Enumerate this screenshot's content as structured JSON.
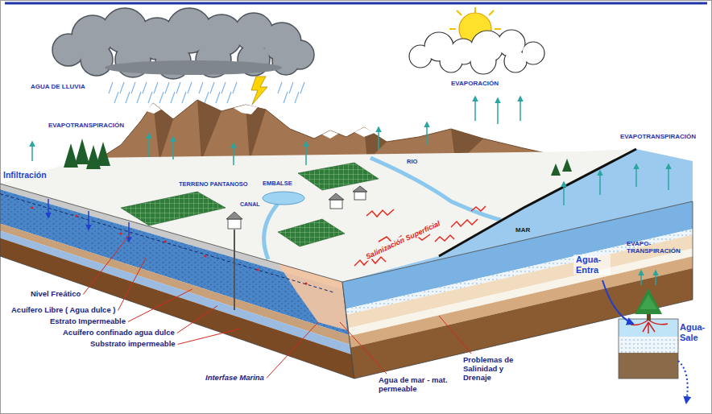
{
  "diagram": {
    "labels": [
      "AGUA DE LLUVIA",
      "EVAPOTRANSPIRACIÓN",
      "EVAPORACIÓN",
      "TERRENO PANTANOSO",
      "EMBALSE",
      "CANAL",
      "RIO",
      "Salinización Superficial",
      "EVAPOTRANSPIRACIÓN",
      "MAR",
      "EVAPO- TRANSPIRACIÓN",
      "Agua- Entra",
      "Agua- Sale",
      "Infiltración",
      "Nivel Freático",
      "Acuífero Libre ( Agua dulce )",
      "Estrato Impermeable",
      "Acuífero confinado agua dulce",
      "Substrato impermeable",
      "Interfase Marina",
      "Agua de mar - mat. permeable",
      "Problemas de Salinidad y Drenaje"
    ]
  }
}
